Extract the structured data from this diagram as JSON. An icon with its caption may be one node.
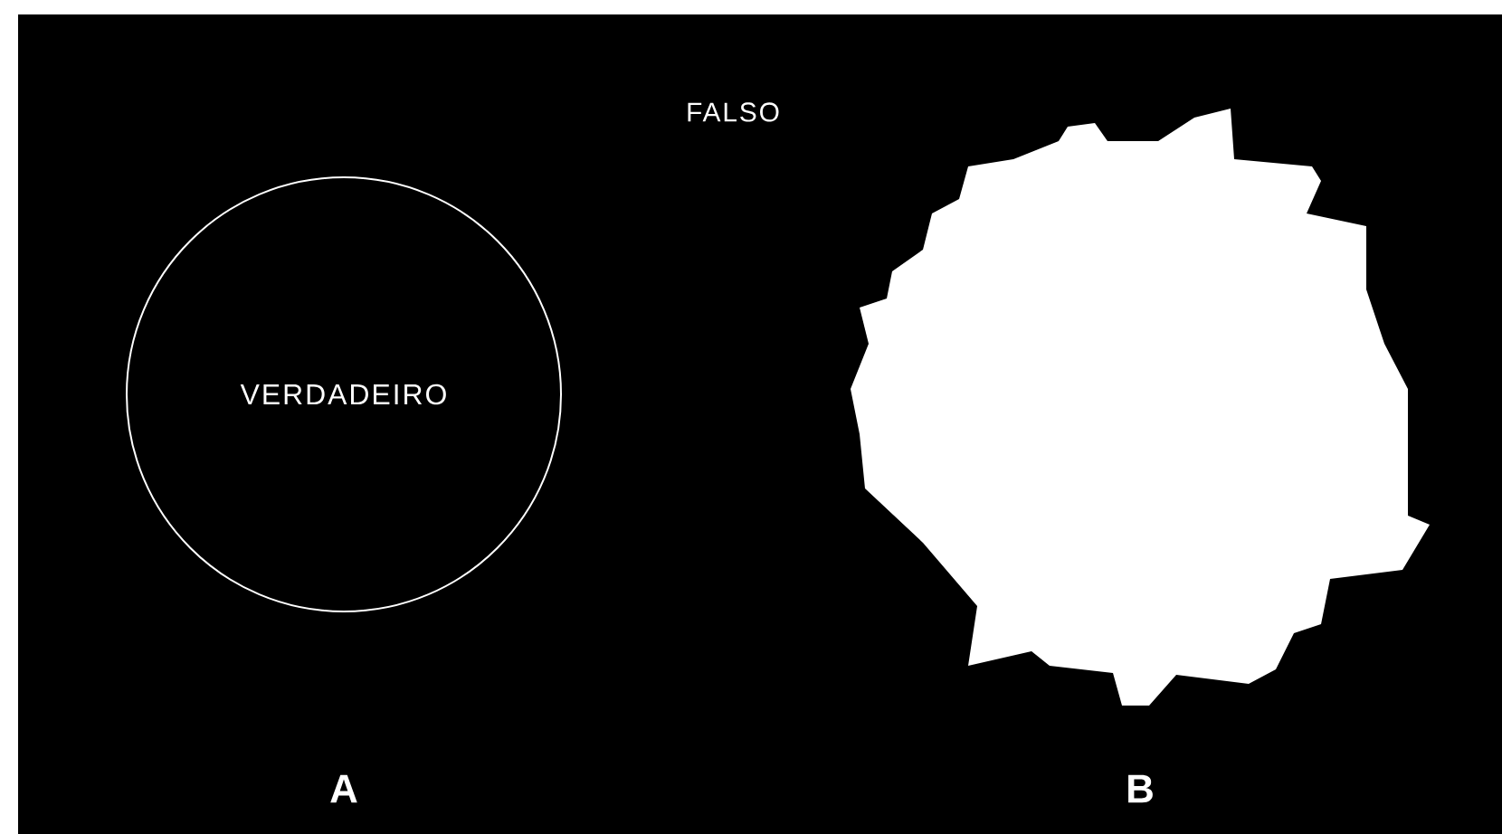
{
  "diagram": {
    "nodes": [
      {
        "text": [
          "VERDADEIRO"
        ]
      },
      {
        "text": [],
        "shape": "cloud"
      }
    ],
    "edges": [],
    "labels": [
      "FALSO",
      "A",
      "B"
    ]
  }
}
